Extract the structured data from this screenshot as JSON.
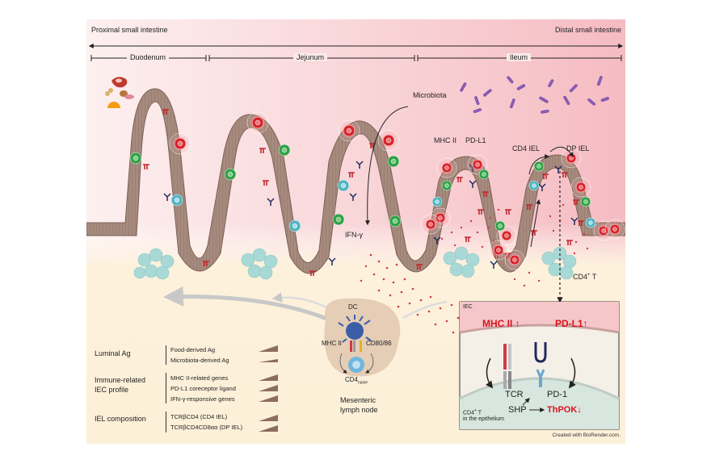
{
  "axis": {
    "left_label": "Proximal small intestine",
    "right_label": "Distal small intestine"
  },
  "regions": [
    "Duodenum",
    "Jejunum",
    "Ileum"
  ],
  "labels": {
    "microbiota": "Microbiota",
    "mhc_ii": "MHC II",
    "pd_l1": "PD-L1",
    "cd4_iel": "CD4 IEL",
    "dp_iel": "DP IEL",
    "ifn_gamma": "IFN-γ",
    "cd4_t": "CD4",
    "cd4_t_sup": "+",
    "cd4_t_tail": " T"
  },
  "lymph_node": {
    "dc": "DC",
    "mhc_ii": "MHC II",
    "cd80_86": "CD80/86",
    "cd4": "CD4",
    "cd4_sub": "naive",
    "title_line1": "Mesenteric",
    "title_line2": "lymph node"
  },
  "legend": {
    "groups": [
      {
        "category": [
          "Luminal Ag"
        ],
        "items": [
          "Food-derived Ag",
          "Microbiota-derived Ag"
        ]
      },
      {
        "category": [
          "Immune-related",
          "IEC profile"
        ],
        "items": [
          "MHC II-related genes",
          "PD-L1 coreceptor ligand",
          "IFN-γ-responsive genes"
        ]
      },
      {
        "category": [
          "IEL composition"
        ],
        "items": [
          "TCRβCD4 (CD4 IEL)",
          "TCRβCD4CD8αα (DP IEL)"
        ]
      }
    ]
  },
  "inset": {
    "iec": "IEC",
    "mhc_up": "MHC II ↑",
    "pdl1_up": "PD-L1↑",
    "tcr": "TCR",
    "pd1": "PD-1",
    "shp": "SHP",
    "thpok": "ThPOK↓",
    "cd4t_line1": "CD4",
    "cd4t_sup": "+",
    "cd4t_tail": " T",
    "cd4t_line2": "in the epithelium"
  },
  "credit": "Created with BioRender.com.",
  "colors": {
    "background_top": "#f6c6cb",
    "background_bottom": "#fdf3dc",
    "epithelium": "#a3887c",
    "red_cell": "#d8232a",
    "green_cell": "#2ea046",
    "teal_cell": "#4fb3c0",
    "accent_red": "#d8141b"
  }
}
